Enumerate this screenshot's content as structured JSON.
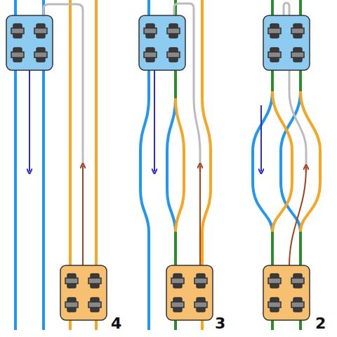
{
  "diagram": {
    "labels": [
      "4",
      "3",
      "2"
    ]
  }
}
